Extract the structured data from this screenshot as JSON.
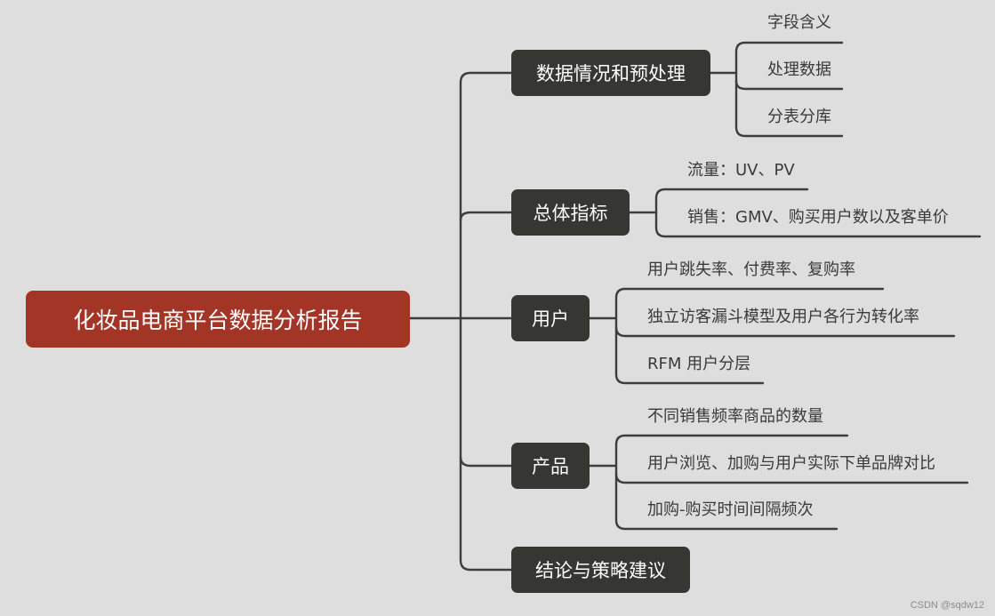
{
  "root": {
    "label": "化妆品电商平台数据分析报告"
  },
  "branches": [
    {
      "label": "数据情况和预处理",
      "children": [
        "字段含义",
        "处理数据",
        "分表分库"
      ]
    },
    {
      "label": "总体指标",
      "children": [
        "流量：UV、PV",
        "销售：GMV、购买用户数以及客单价"
      ]
    },
    {
      "label": "用户",
      "children": [
        "用户跳失率、付费率、复购率",
        "独立访客漏斗模型及用户各行为转化率",
        "RFM 用户分层"
      ]
    },
    {
      "label": "产品",
      "children": [
        "不同销售频率商品的数量",
        "用户浏览、加购与用户实际下单品牌对比",
        "加购-购买时间间隔频次"
      ]
    },
    {
      "label": "结论与策略建议",
      "children": []
    }
  ],
  "watermark": "CSDN @sqdw12",
  "colors": {
    "root": "#a33526",
    "branch": "#363633",
    "line": "#3d3d3d",
    "background": "#dedede"
  }
}
